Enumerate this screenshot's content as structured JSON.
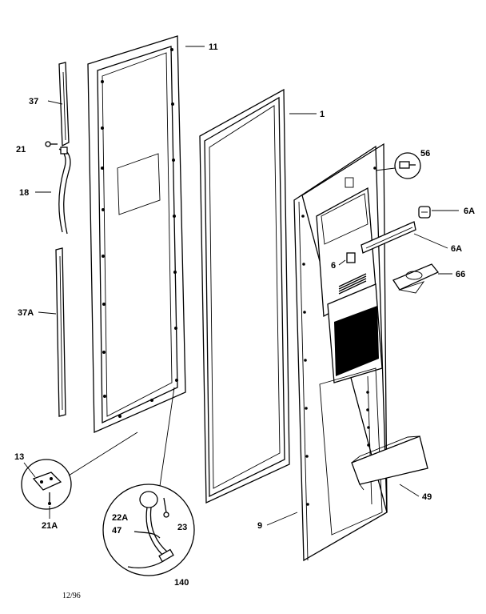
{
  "diagram": {
    "labels": {
      "p11": "11",
      "p1": "1",
      "p37": "37",
      "p21": "21",
      "p18": "18",
      "p37A": "37A",
      "p56": "56",
      "p6A_top": "6A",
      "p6A_bar": "6A",
      "p6": "6",
      "p66": "66",
      "p13": "13",
      "p21A": "21A",
      "p22A": "22A",
      "p47": "47",
      "p23": "23",
      "p140": "140",
      "p9": "9",
      "p49": "49"
    },
    "date_code": "12/96"
  }
}
